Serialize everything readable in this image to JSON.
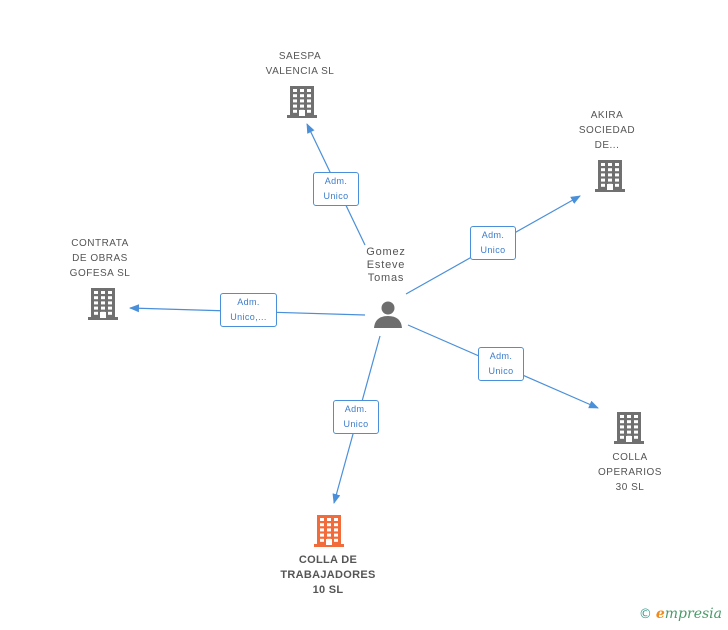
{
  "person": {
    "name_lines": [
      "Gomez",
      "Esteve",
      "Tomas"
    ],
    "icon": "person-icon"
  },
  "companies": [
    {
      "id": "saespa",
      "lines": [
        "SAESPA",
        "VALENCIA SL"
      ],
      "icon": "building-icon",
      "color": "#707070",
      "main": false
    },
    {
      "id": "akira",
      "lines": [
        "AKIRA",
        "SOCIEDAD",
        "DE..."
      ],
      "icon": "building-icon",
      "color": "#707070",
      "main": false
    },
    {
      "id": "contrata",
      "lines": [
        "CONTRATA",
        "DE OBRAS",
        "GOFESA SL"
      ],
      "icon": "building-icon",
      "color": "#707070",
      "main": false
    },
    {
      "id": "operarios",
      "lines": [
        "COLLA",
        "OPERARIOS",
        "30 SL"
      ],
      "icon": "building-icon",
      "color": "#707070",
      "main": false
    },
    {
      "id": "trabajadores",
      "lines": [
        "COLLA DE",
        "TRABAJADORES",
        "10 SL"
      ],
      "icon": "building-icon",
      "color": "#f26b3a",
      "main": true
    }
  ],
  "edges": [
    {
      "to": "saespa",
      "lines": [
        "Adm.",
        "Unico"
      ]
    },
    {
      "to": "akira",
      "lines": [
        "Adm.",
        "Unico"
      ]
    },
    {
      "to": "contrata",
      "lines": [
        "Adm.",
        "Unico,..."
      ]
    },
    {
      "to": "operarios",
      "lines": [
        "Adm.",
        "Unico"
      ]
    },
    {
      "to": "trabajadores",
      "lines": [
        "Adm.",
        "Unico"
      ]
    }
  ],
  "colors": {
    "edge": "#4a8fd9",
    "building": "#707070",
    "building_main": "#f26b3a",
    "person": "#6e6e6e"
  },
  "footer": {
    "copyright": "©",
    "brand_first": "e",
    "brand_rest": "mpresia"
  }
}
